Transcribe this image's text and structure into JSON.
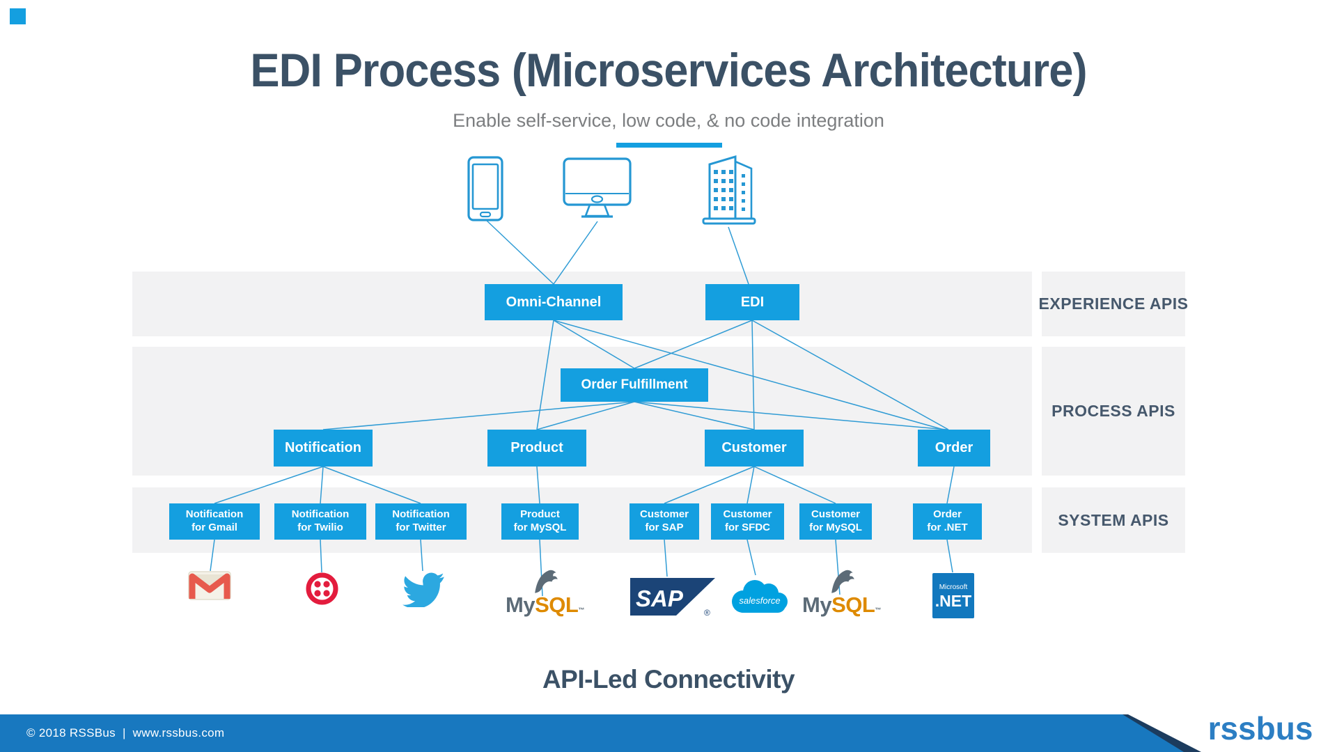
{
  "page": {
    "title": "EDI Process (Microservices Architecture)",
    "subtitle": "Enable self-service, low code, & no code integration",
    "tagline": "API-Led Connectivity"
  },
  "layers": [
    {
      "label": "EXPERIENCE APIS"
    },
    {
      "label": "PROCESS APIS"
    },
    {
      "label": "SYSTEM APIS"
    }
  ],
  "experience_boxes": [
    {
      "label": "Omni-Channel"
    },
    {
      "label": "EDI"
    }
  ],
  "process_boxes": [
    {
      "label": "Order Fulfillment"
    },
    {
      "label": "Notification"
    },
    {
      "label": "Product"
    },
    {
      "label": "Customer"
    },
    {
      "label": "Order"
    }
  ],
  "system_boxes": [
    {
      "line1": "Notification",
      "line2": "for Gmail"
    },
    {
      "line1": "Notification",
      "line2": "for Twilio"
    },
    {
      "line1": "Notification",
      "line2": "for Twitter"
    },
    {
      "line1": "Product",
      "line2": "for MySQL"
    },
    {
      "line1": "Customer",
      "line2": "for SAP"
    },
    {
      "line1": "Customer",
      "line2": "for SFDC"
    },
    {
      "line1": "Customer",
      "line2": "for MySQL"
    },
    {
      "line1": "Order",
      "line2": "for .NET"
    }
  ],
  "device_icons": [
    "smartphone-icon",
    "desktop-monitor-icon",
    "office-building-icon"
  ],
  "logos": {
    "gmail": {
      "icon": "gmail-logo"
    },
    "twilio": {
      "icon": "twilio-logo"
    },
    "twitter": {
      "icon": "twitter-logo"
    },
    "mysql_product": {
      "my": "My",
      "sql": "SQL",
      "tm": "™"
    },
    "sap": {
      "text": "SAP",
      "registered": "®"
    },
    "salesforce": {
      "text": "salesforce"
    },
    "mysql_customer": {
      "my": "My",
      "sql": "SQL",
      "tm": "™"
    },
    "dotnet": {
      "microsoft": "Microsoft",
      "net": ".NET"
    }
  },
  "footer": {
    "copyright": "© 2018 RSSBus",
    "separator": "|",
    "website": "www.rssbus.com",
    "brand": "rssbus"
  },
  "colors": {
    "accent_blue": "#149fe0",
    "line_blue": "#2597d3",
    "band_gray": "#f2f2f3",
    "heading_navy": "#3b5166",
    "label_slate": "#46586c",
    "subtitle_gray": "#7c7e80",
    "footer_blue": "#1878bf",
    "footer_dark": "#1c3c5e",
    "brand_blue": "#2c7ec3",
    "gmail_red": "#e75a4d",
    "twilio_red": "#e31c3d",
    "twitter_blue": "#2ca8e0",
    "mysql_gray": "#5c6b77",
    "mysql_orange": "#de8a00",
    "sap_navy": "#1b4477",
    "salesforce_blue": "#00a1e0",
    "dotnet_blue": "#1278be"
  }
}
